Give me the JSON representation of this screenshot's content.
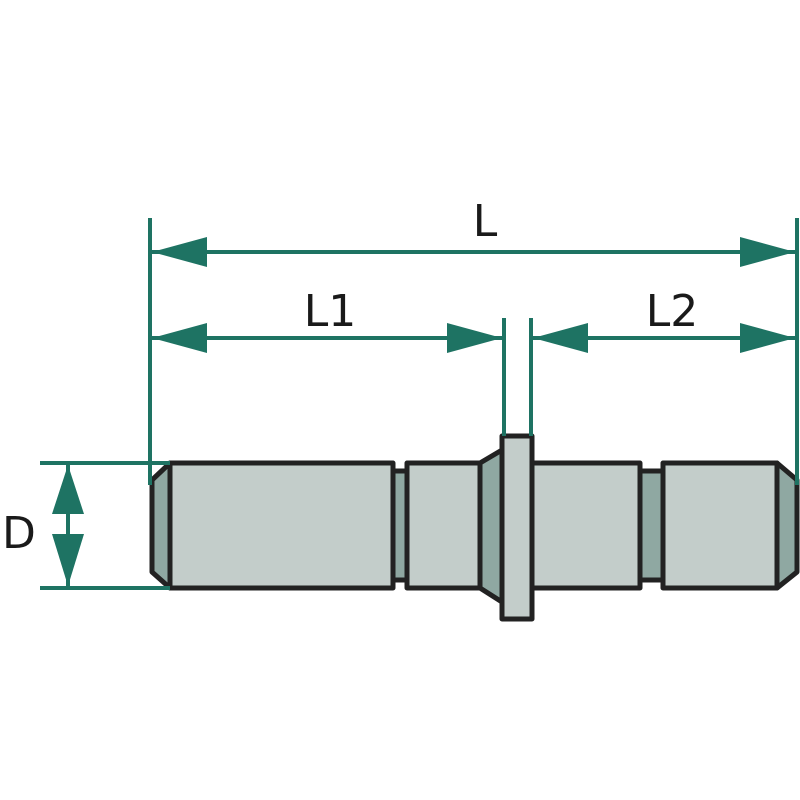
{
  "labels": {
    "overall_length": "L",
    "length_1": "L1",
    "length_2": "L2",
    "diameter": "D"
  },
  "colors": {
    "dimension": "#1e7363",
    "body": "#c3cdca",
    "groove": "#8fa8a2",
    "outline": "#222222",
    "background": "#ffffff"
  }
}
